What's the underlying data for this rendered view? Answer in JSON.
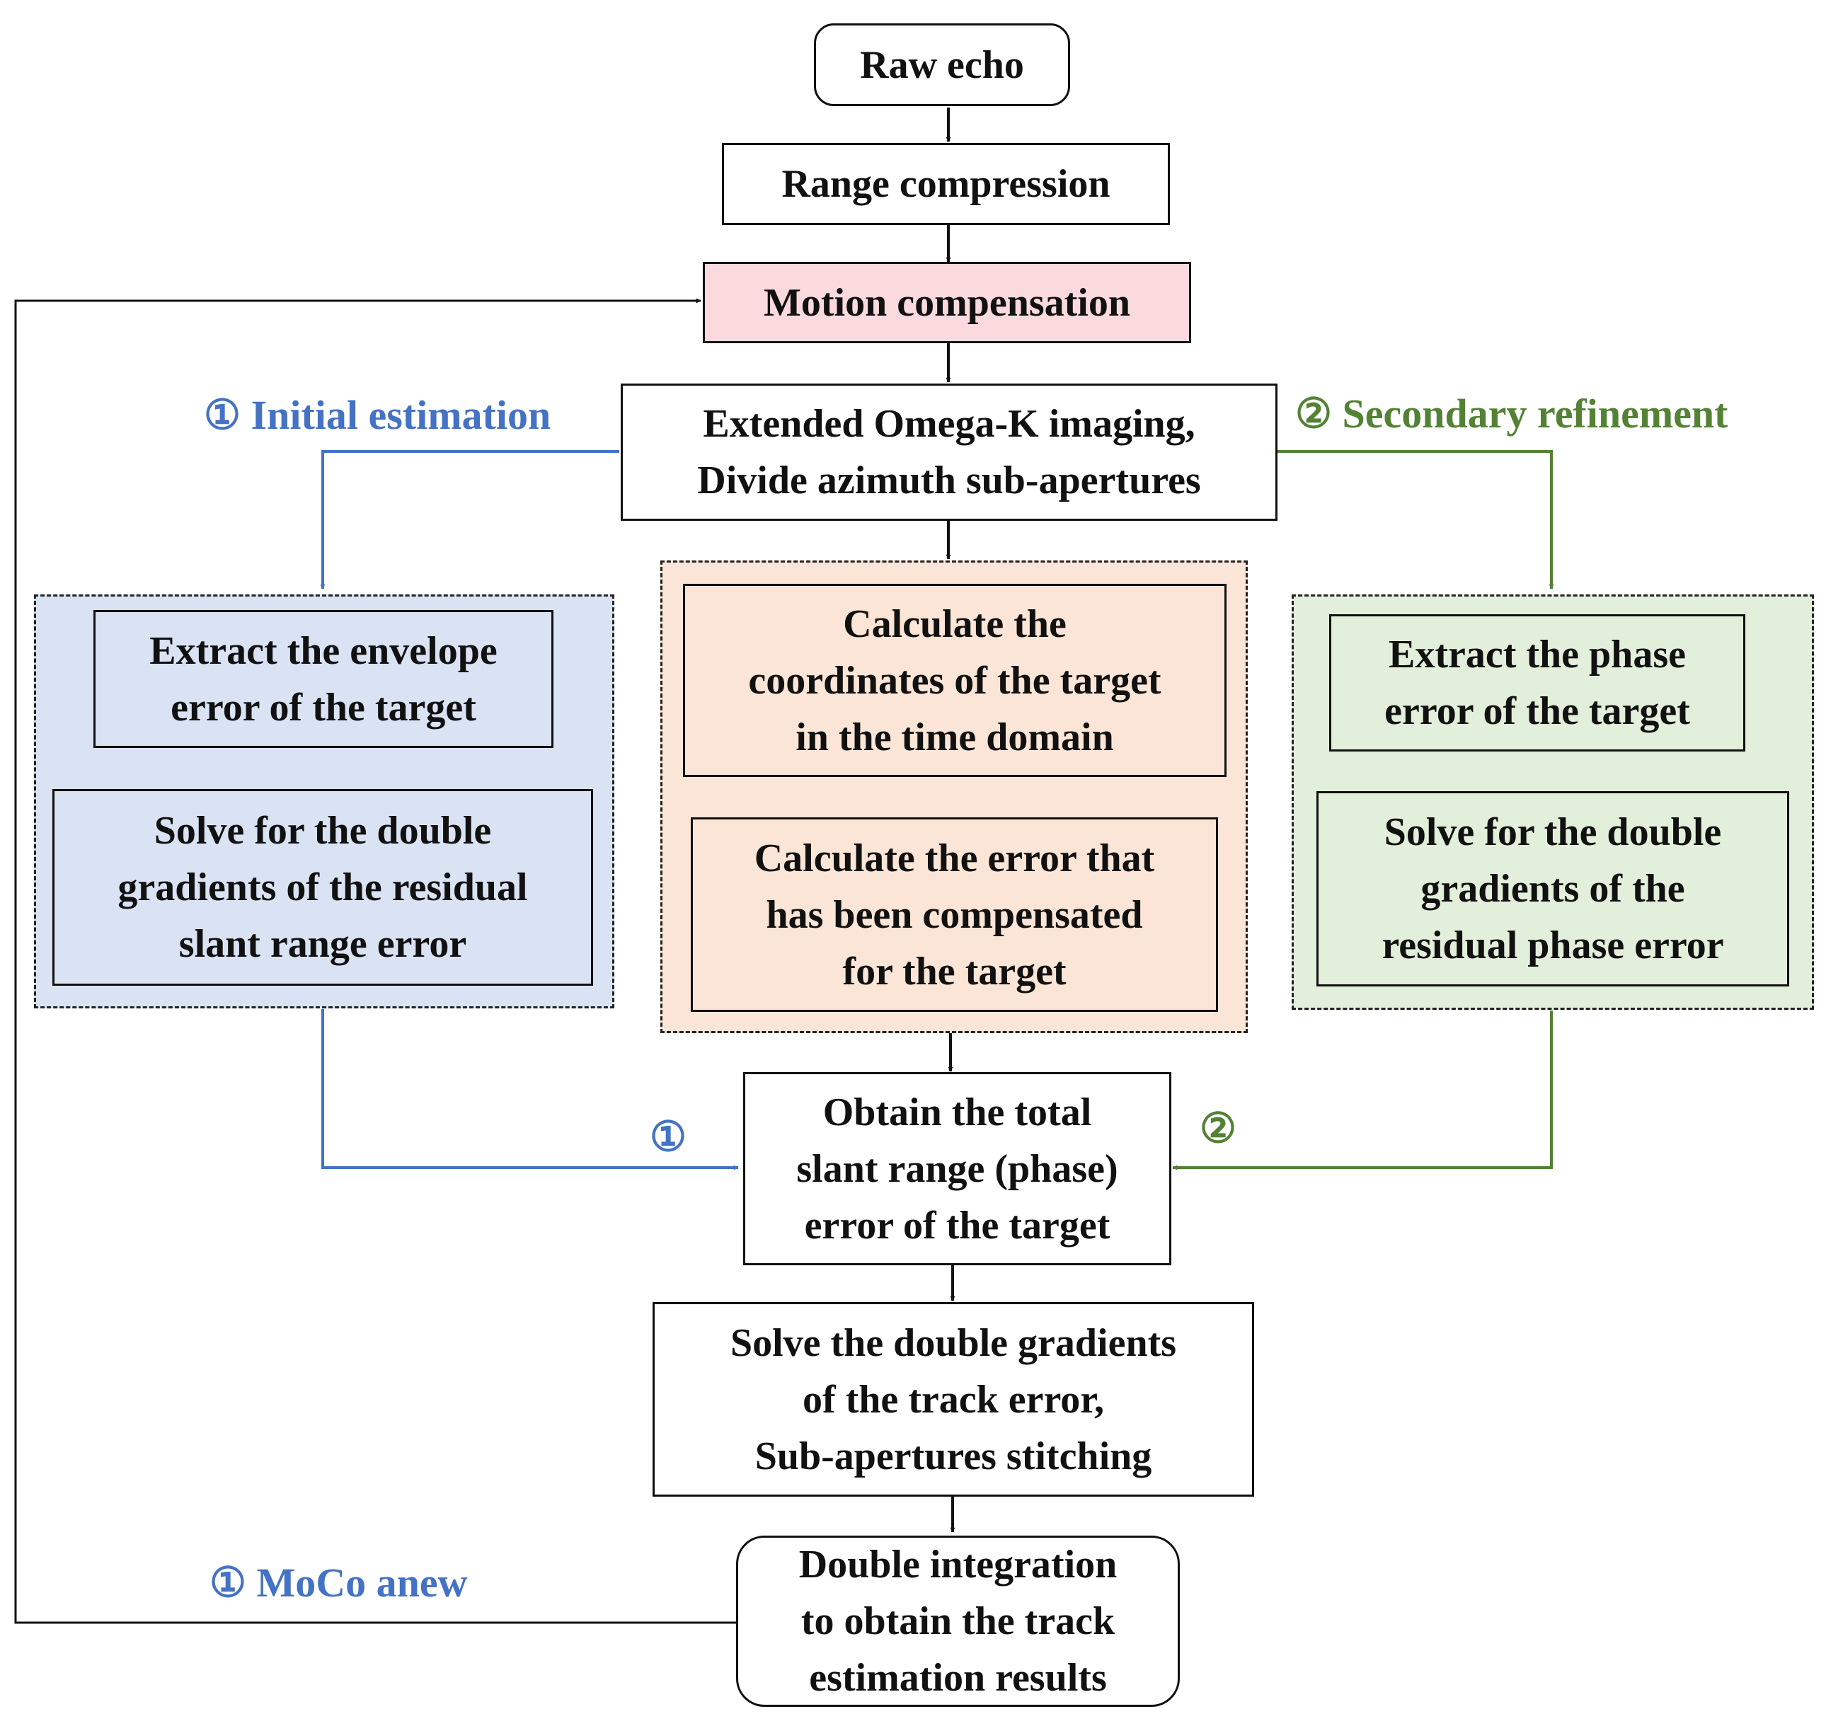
{
  "colors": {
    "blue": "#4472C4",
    "green": "#548235",
    "black": "#111111",
    "pink_fill": "#FADADD",
    "blue_fill": "#DAE3F3",
    "orange_fill": "#FBE5D6",
    "green_fill": "#E2EFDA"
  },
  "nodes": {
    "raw_echo": "Raw echo",
    "range_compression": "Range compression",
    "motion_compensation": "Motion compensation",
    "omega_k": "Extended Omega-K imaging,\nDivide azimuth sub-apertures",
    "extract_envelope": "Extract the envelope\nerror of the target",
    "solve_slant": "Solve for the double\ngradients of the residual\nslant range error",
    "calc_coordinates": "Calculate the\ncoordinates of the target\nin the time domain",
    "calc_compensated": "Calculate the error that\nhas been compensated\nfor the target",
    "extract_phase": "Extract the phase\nerror of the target",
    "solve_phase": "Solve for the double\ngradients of the\nresidual phase error",
    "obtain_total": "Obtain the total\nslant range (phase)\nerror of the target",
    "solve_track": "Solve the double gradients\nof the track error,\nSub-apertures stitching",
    "double_integration": "Double integration\nto obtain the track\nestimation results"
  },
  "labels": {
    "initial_estimation": "① Initial estimation",
    "secondary_refinement": "② Secondary refinement",
    "marker_one": "①",
    "marker_two": "②",
    "moco_anew": "① MoCo anew"
  }
}
